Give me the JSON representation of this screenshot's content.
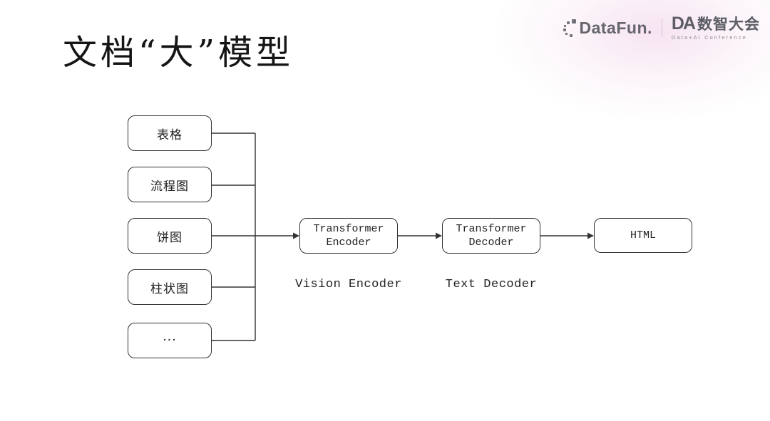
{
  "slide": {
    "title": "文档“大”模型",
    "logos": {
      "datafun": "DataFun.",
      "conference_abbr": "DA",
      "conference_name": "数智大会",
      "conference_sub": "Data+AI Conference"
    }
  },
  "diagram": {
    "sources": [
      {
        "label": "表格"
      },
      {
        "label": "流程图"
      },
      {
        "label": "饼图"
      },
      {
        "label": "柱状图"
      },
      {
        "label": "···"
      }
    ],
    "encoder": {
      "line1": "Transformer",
      "line2": "Encoder",
      "caption": "Vision Encoder"
    },
    "decoder": {
      "line1": "Transformer",
      "line2": "Decoder",
      "caption": "Text Decoder"
    },
    "output": {
      "label": "HTML"
    },
    "colors": {
      "stroke": "#333333",
      "title_text": "#151515",
      "logo_gray": "#65656d",
      "corner_glow_pink": "#f0cde6"
    }
  }
}
